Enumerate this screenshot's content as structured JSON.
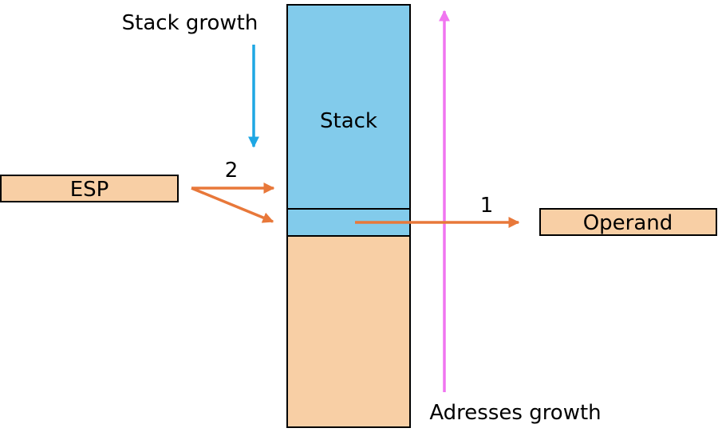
{
  "labels": {
    "stack_growth": "Stack growth",
    "stack": "Stack",
    "esp": "ESP",
    "step_2": "2",
    "step_1": "1",
    "operand": "Operand",
    "addresses_growth": "Adresses growth"
  },
  "colors": {
    "stack_fill": "#82CBEB",
    "free_fill": "#F8CFA5",
    "stroke": "#000000",
    "stack_growth_arrow": "#1EA7E4",
    "pointer_arrow": "#E8783A",
    "address_arrow": "#F075F0"
  }
}
